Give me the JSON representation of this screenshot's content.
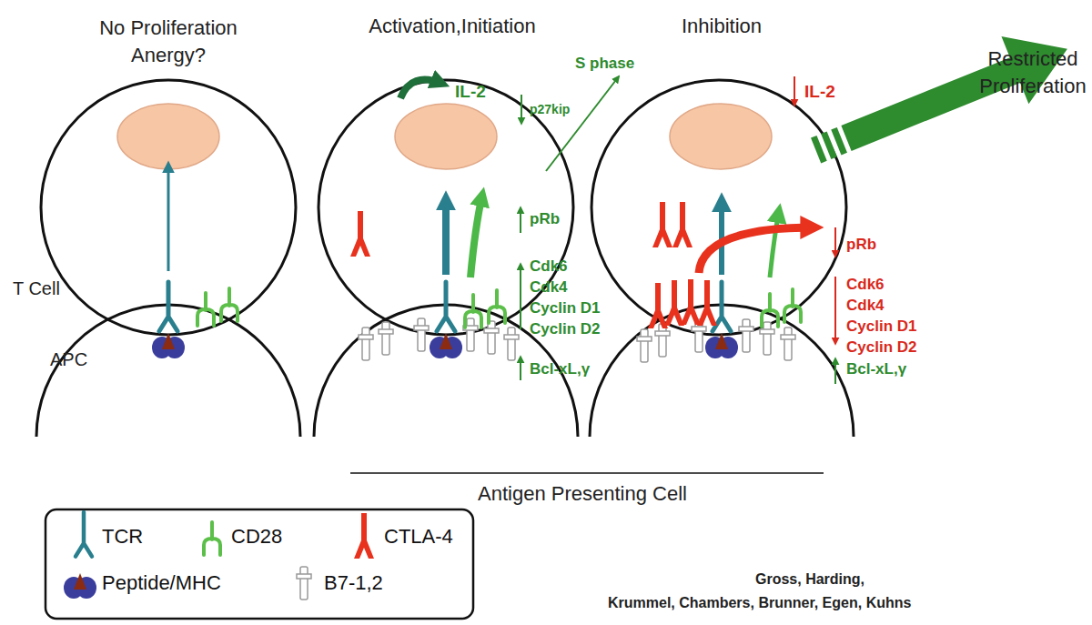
{
  "diagram": {
    "labels": [
      "No Proliferation Anergy?",
      "Activation,Initiation",
      "Inhibition",
      "Restricted Proliferation",
      "IL-2",
      "S phase",
      "p27kip",
      "IL-2",
      "pRb",
      "pRb",
      "Cdk6",
      "Cdk4",
      "Cyclin D1",
      "Cyclin D2",
      "Cdk6",
      "Cdk4",
      "Cyclin D1",
      "Cyclin D2",
      "T Cell",
      "APC",
      "Bcl-xL,γ",
      "Bcl-xL,γ",
      "Antigen Presenting Cell",
      "Gross, Harding,",
      "Krummel, Chambers, Brunner, Egen, Kuhns"
    ],
    "legend": [
      {
        "text": "TCR"
      },
      {
        "text": "CD28"
      },
      {
        "text": "CTLA-4"
      },
      {
        "text": "Peptide/MHC"
      },
      {
        "text": "B7-1,2"
      }
    ]
  }
}
